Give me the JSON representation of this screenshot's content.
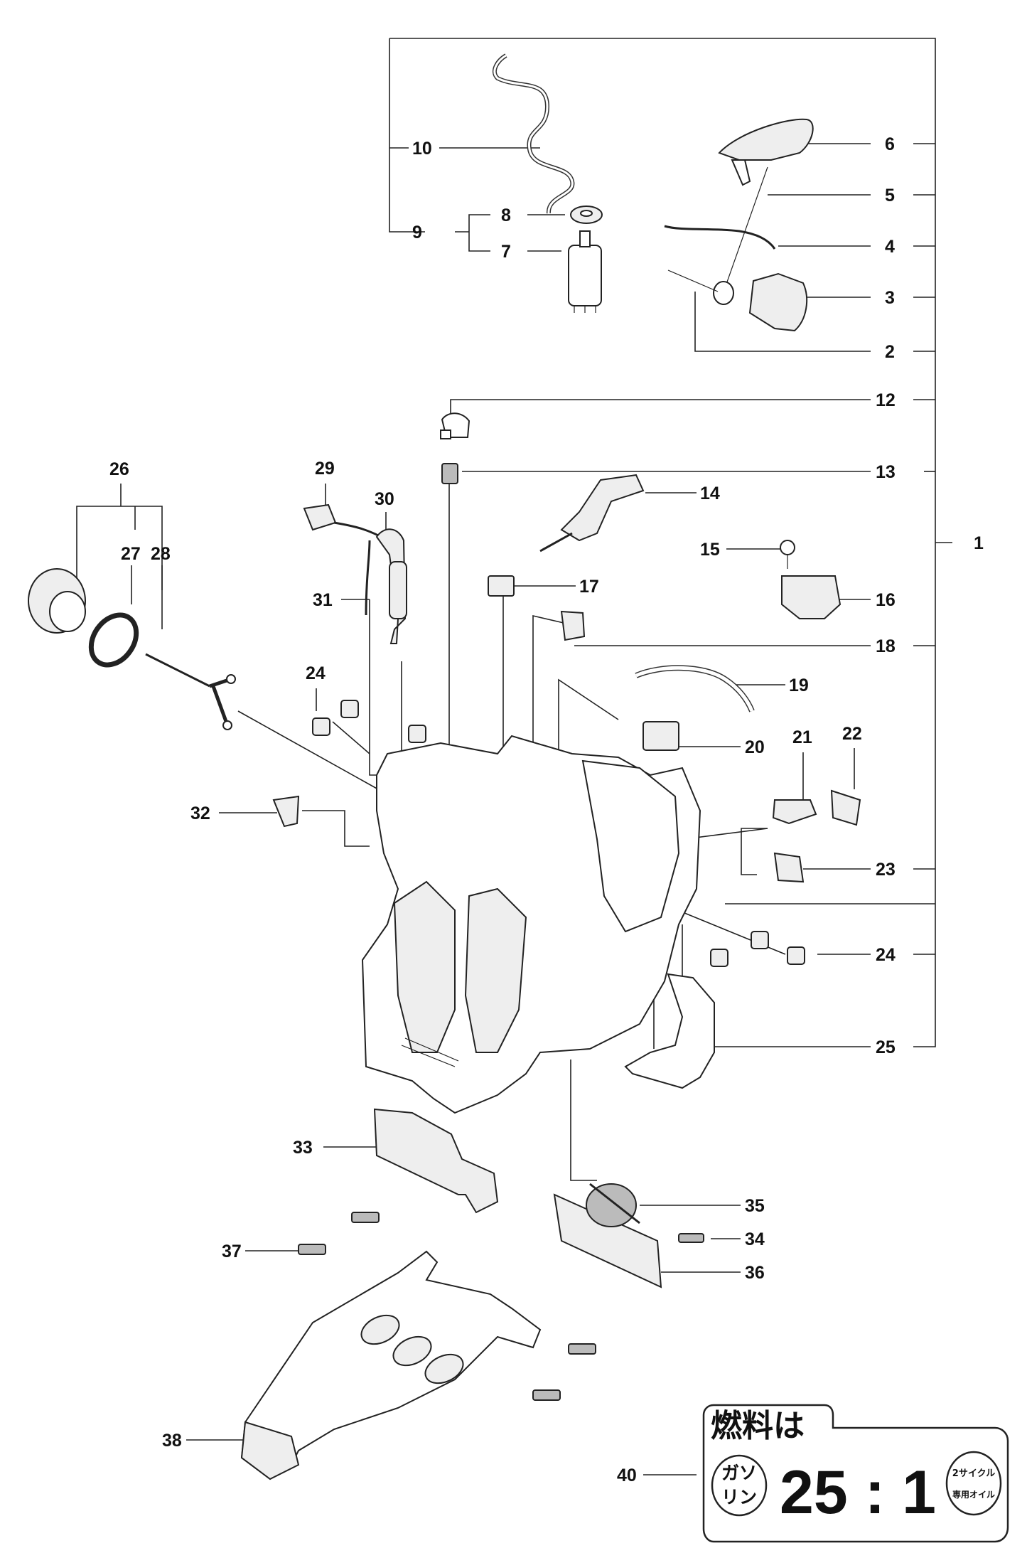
{
  "callouts": [
    "1",
    "2",
    "3",
    "4",
    "5",
    "6",
    "7",
    "8",
    "9",
    "10",
    "12",
    "13",
    "14",
    "15",
    "16",
    "17",
    "18",
    "19",
    "20",
    "21",
    "22",
    "23",
    "24",
    "24",
    "25",
    "26",
    "27",
    "28",
    "29",
    "30",
    "31",
    "32",
    "33",
    "34",
    "35",
    "36",
    "37",
    "38",
    "40"
  ],
  "fuel_label": {
    "title": "燃料は",
    "left_top": "ガソ",
    "left_bottom": "リン",
    "ratio": "25 : 1",
    "right_top": "2サイクル",
    "right_bottom": "専用オイル"
  }
}
